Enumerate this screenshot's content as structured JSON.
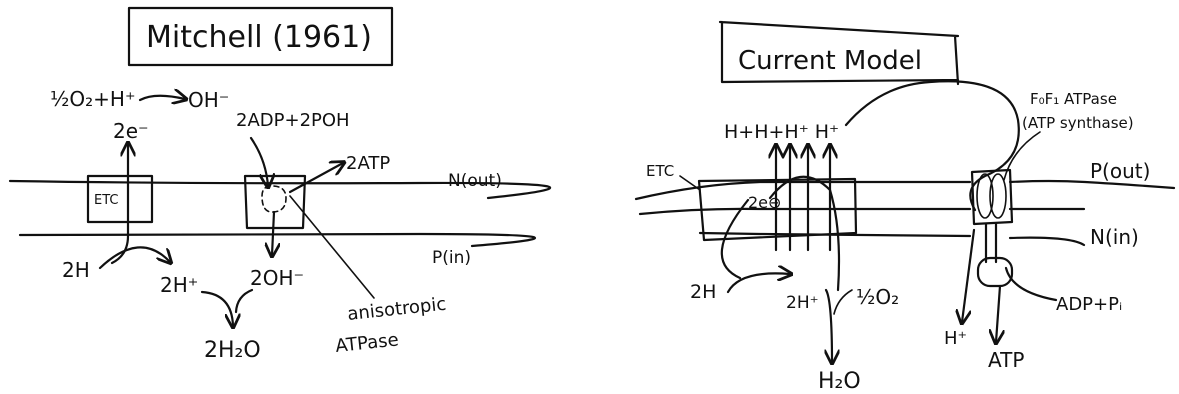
{
  "left_panel": {
    "title": "Mitchell (1961)",
    "oxygen_reaction_left": "½O₂+H⁺",
    "oxygen_reaction_right": "OH⁻",
    "electrons": "2e⁻",
    "adp_input": "2ADP+2POH",
    "atp_output": "2ATP",
    "membrane_top_label": "N(out)",
    "membrane_bottom_label": "P(in)",
    "etc_label": "ETC",
    "proton_source": "2H",
    "protons": "2H⁺",
    "hydroxide": "2OH⁻",
    "water": "2H₂O",
    "atpase_label_line1": "anisotropic",
    "atpase_label_line2": "ATPase"
  },
  "right_panel": {
    "title": "Current Model",
    "etc_label": "ETC",
    "protons_pumped": "H+H+H⁺ H⁺",
    "electrons": "2e⊖",
    "atp_synthase_line1": "F₀F₁ ATPase",
    "atp_synthase_line2": "(ATP synthase)",
    "membrane_top_label": "P(out)",
    "membrane_bottom_label": "N(in)",
    "proton_source": "2H",
    "protons": "2H⁺",
    "oxygen": "½O₂",
    "water": "H₂O",
    "proton_return": "H⁺",
    "adp_input": "ADP+Pᵢ",
    "atp_output": "ATP"
  }
}
